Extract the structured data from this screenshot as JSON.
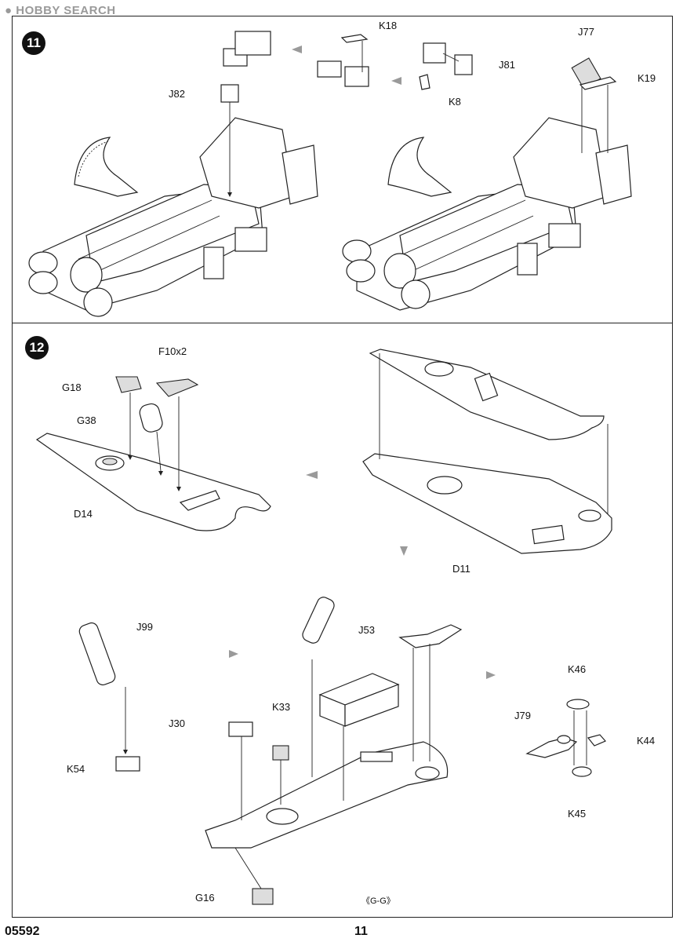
{
  "watermark": "HOBBY SEARCH",
  "steps": [
    {
      "number": "11",
      "labels": {
        "k18": "K18",
        "j77": "J77",
        "j81": "J81",
        "j82": "J82",
        "k19": "K19",
        "k8": "K8"
      }
    },
    {
      "number": "12",
      "labels": {
        "f10": "F10x2",
        "g18": "G18",
        "g38": "G38",
        "d14": "D14",
        "d11": "D11",
        "j99": "J99",
        "j53": "J53",
        "k46": "K46",
        "k33": "K33",
        "j30": "J30",
        "j79": "J79",
        "k44": "K44",
        "k54": "K54",
        "k45": "K45",
        "g16": "G16",
        "view": "《G-G》"
      }
    }
  ],
  "footer": {
    "product_code": "05592",
    "page_number": "11"
  }
}
